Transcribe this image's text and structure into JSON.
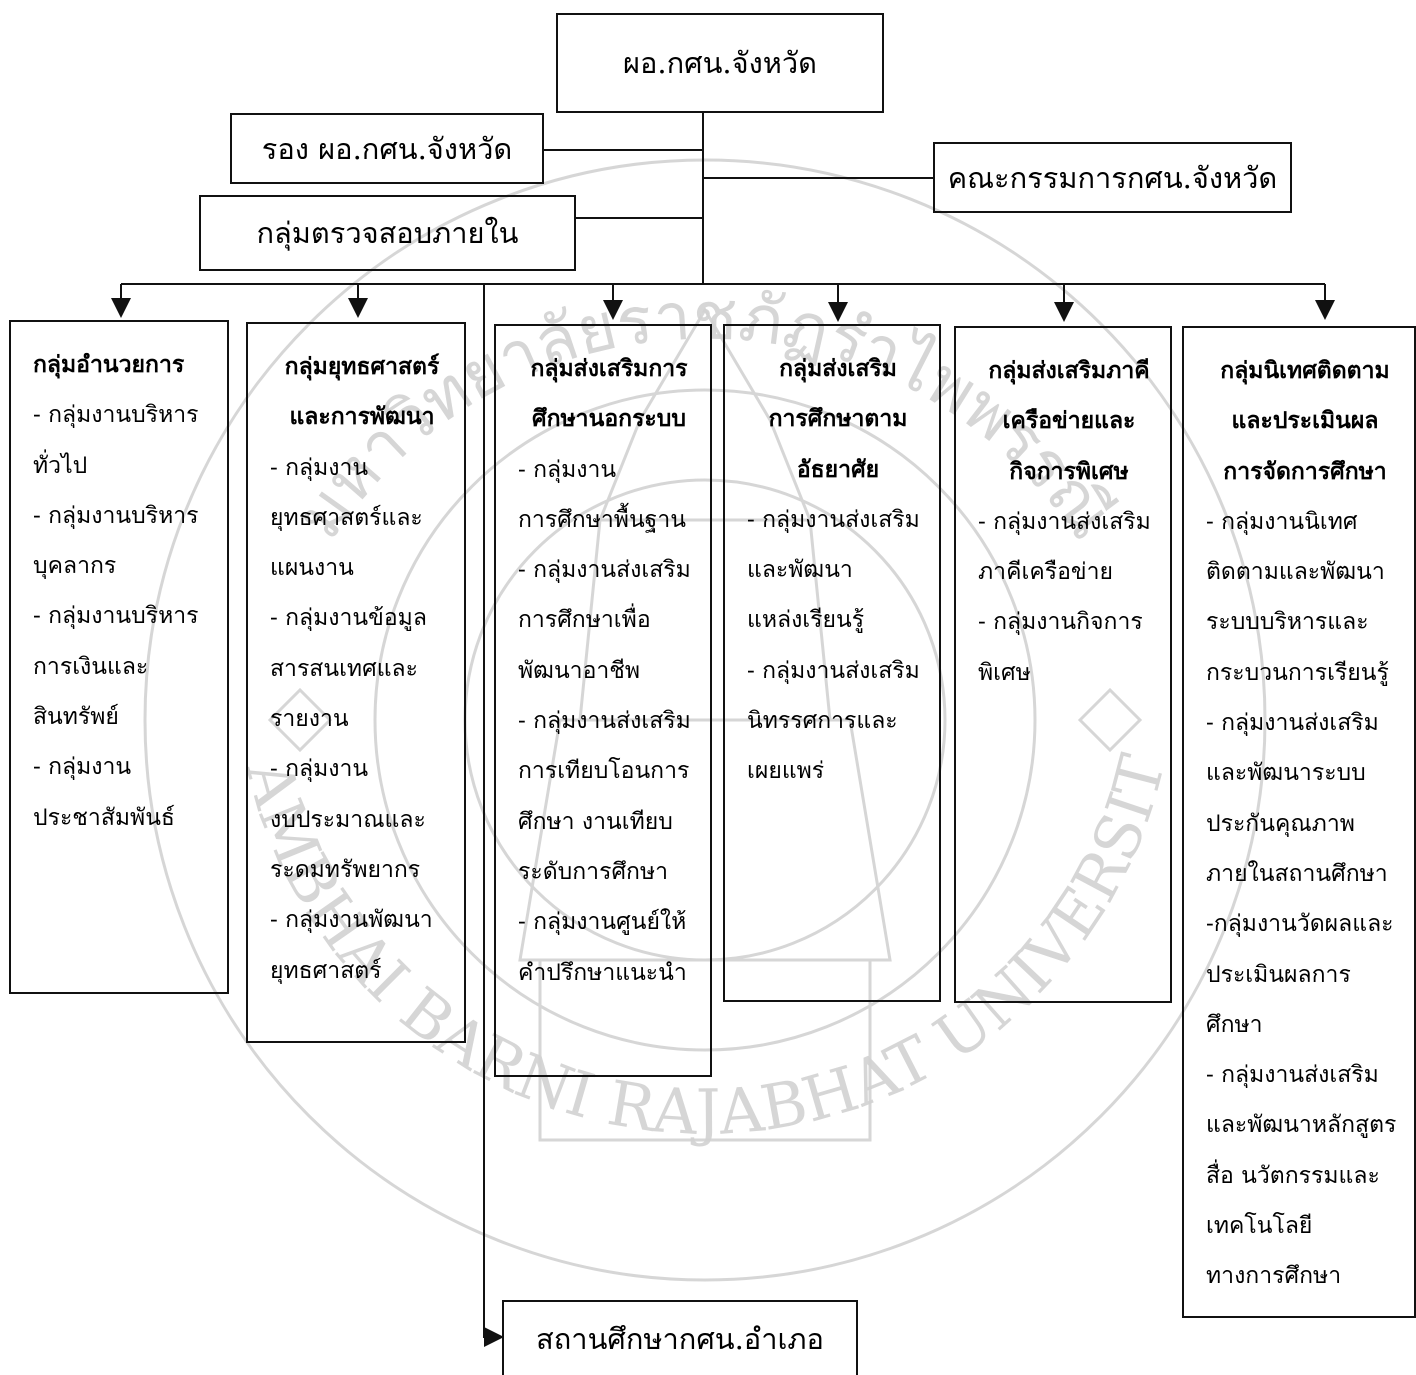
{
  "chart_data": {
    "type": "org-chart",
    "nodes": {
      "director": "ผอ.กศน.จังหวัด",
      "deputy": "รอง ผอ.กศน.จังหวัด",
      "committee": "คณะกรรมการกศน.จังหวัด",
      "internal_audit": "กลุ่มตรวจสอบภายใน",
      "district_centers": "สถานศึกษากศน.อำเภอ"
    },
    "columns": [
      {
        "title": "กลุ่มอำนวยการ",
        "body": "- กลุ่มงานบริหาร\nทั่วไป\n- กลุ่มงานบริหาร\nบุคลากร\n- กลุ่มงานบริหาร\nการเงินและ\nสินทรัพย์\n- กลุ่มงาน\nประชาสัมพันธ์"
      },
      {
        "title": "กลุ่มยุทธศาสตร์\nและการพัฒนา",
        "body": "- กลุ่มงาน\nยุทธศาสตร์และ\nแผนงาน\n- กลุ่มงานข้อมูล\nสารสนเทศและ\nรายงาน\n- กลุ่มงาน\nงบประมาณและ\nระดมทรัพยากร\n- กลุ่มงานพัฒนา\nยุทธศาสตร์"
      },
      {
        "title": "กลุ่มส่งเสริมการ\nศึกษานอกระบบ",
        "body": "- กลุ่มงาน\nการศึกษาพื้นฐาน\n- กลุ่มงานส่งเสริม\nการศึกษาเพื่อ\nพัฒนาอาชีพ\n- กลุ่มงานส่งเสริม\nการเทียบโอนการ\nศึกษา งานเทียบ\nระดับการศึกษา\n- กลุ่มงานศูนย์ให้\nคำปรึกษาแนะนำ"
      },
      {
        "title": "กลุ่มส่งเสริม\nการศึกษาตาม\nอัธยาศัย",
        "body": "- กลุ่มงานส่งเสริม\nและพัฒนา\nแหล่งเรียนรู้\n- กลุ่มงานส่งเสริม\nนิทรรศการและ\nเผยแพร่"
      },
      {
        "title": "กลุ่มส่งเสริมภาคี\nเครือข่ายและ\nกิจการพิเศษ",
        "body": "- กลุ่มงานส่งเสริม\nภาคีเครือข่าย\n- กลุ่มงานกิจการ\nพิเศษ"
      },
      {
        "title": "กลุ่มนิเทศติดตาม\nและประเมินผล\nการจัดการศึกษา",
        "body": "- กลุ่มงานนิเทศ\nติดตามและพัฒนา\nระบบบริหารและ\nกระบวนการเรียนรู้\n- กลุ่มงานส่งเสริม\nและพัฒนาระบบ\nประกันคุณภาพ\nภายในสถานศึกษา\n-กลุ่มงานวัดผลและ\nประเมินผลการ\nศึกษา\n- กลุ่มงานส่งเสริม\nและพัฒนาหลักสูตร\nสื่อ นวัตกรรมและ\nเทคโนโลยี\nทางการศึกษา"
      }
    ],
    "edges": [
      [
        "director",
        "deputy"
      ],
      [
        "director",
        "committee"
      ],
      [
        "director",
        "internal_audit"
      ],
      [
        "director",
        "columns.0"
      ],
      [
        "director",
        "columns.1"
      ],
      [
        "director",
        "columns.2"
      ],
      [
        "director",
        "columns.3"
      ],
      [
        "director",
        "columns.4"
      ],
      [
        "director",
        "columns.5"
      ],
      [
        "director",
        "district_centers"
      ]
    ]
  },
  "watermark": {
    "top_text": "มหาวิทยาลัยราชภัฏรำไพพรรณี",
    "bottom_text": "RAMBHAI BARNI RAJABHAT UNIVERSITY"
  },
  "colors": {
    "line": "#111111",
    "watermark": "#d2d2d2"
  }
}
